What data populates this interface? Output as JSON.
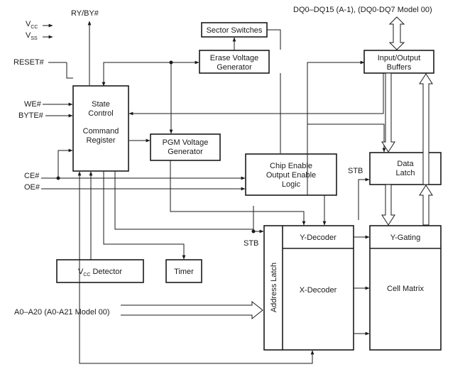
{
  "diagram": {
    "pins_left": {
      "vcc": {
        "main": "V",
        "sub": "CC"
      },
      "vss": {
        "main": "V",
        "sub": "SS"
      },
      "reset": "RESET#",
      "we": "WE#",
      "byte": "BYTE#",
      "ce": "CE#",
      "oe": "OE#",
      "address": "A0–A20 (A0-A21 Model 00)"
    },
    "pins_top": {
      "ry_by": "RY/BY#",
      "dq": "DQ0–DQ15 (A-1), (DQ0-DQ7 Model 00)"
    },
    "blocks": {
      "state_control": [
        "State",
        "Control",
        "",
        "Command",
        "Register"
      ],
      "sector_switches": "Sector Switches",
      "erase_voltage": [
        "Erase Voltage",
        "Generator"
      ],
      "pgm_voltage": [
        "PGM Voltage",
        "Generator"
      ],
      "chip_enable": [
        "Chip Enable",
        "Output Enable",
        "Logic"
      ],
      "io_buffers": [
        "Input/Output",
        "Buffers"
      ],
      "data_latch": [
        "Data",
        "Latch"
      ],
      "vcc_detector": {
        "main": "V",
        "sub": "CC",
        "rest": " Detector"
      },
      "timer": "Timer",
      "address_latch": "Address Latch",
      "y_decoder": "Y-Decoder",
      "x_decoder": "X-Decoder",
      "y_gating": "Y-Gating",
      "cell_matrix": "Cell Matrix"
    },
    "signals": {
      "stb_data": "STB",
      "stb_addr": "STB"
    }
  }
}
